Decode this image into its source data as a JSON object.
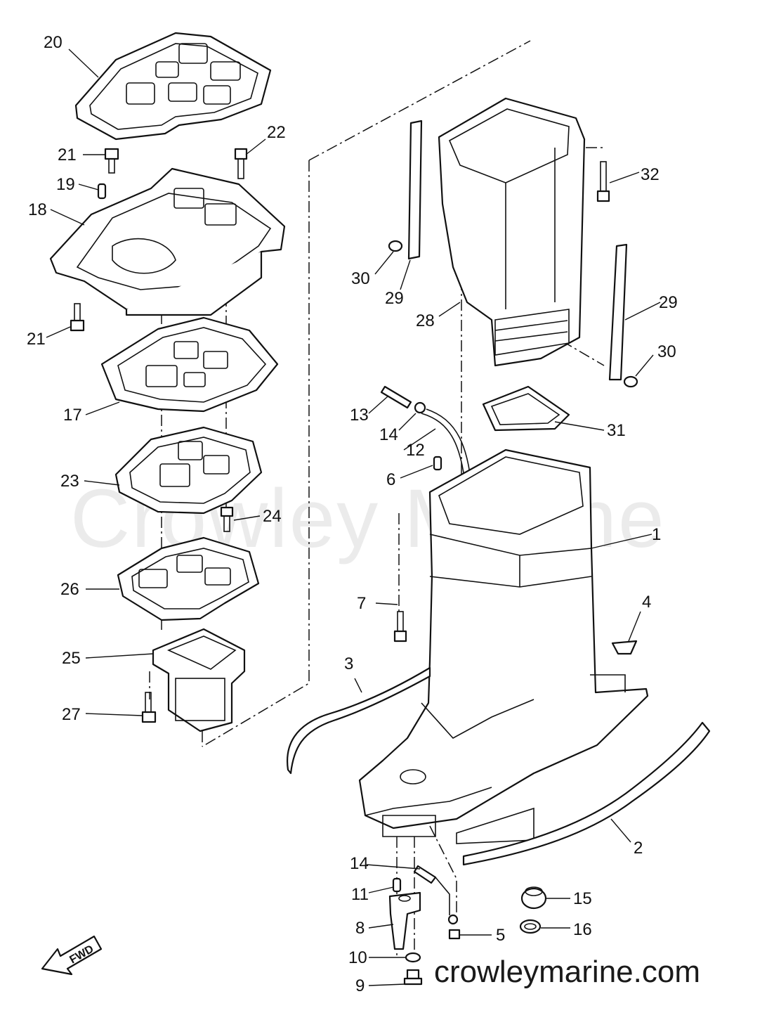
{
  "watermark": "Crowley Marine",
  "site_url": "crowleymarine.com",
  "fwd_label": "FWD",
  "callouts": {
    "p1": "1",
    "p2": "2",
    "p3": "3",
    "p4": "4",
    "p5": "5",
    "p6": "6",
    "p7": "7",
    "p8": "8",
    "p9": "9",
    "p10": "10",
    "p11": "11",
    "p12": "12",
    "p13": "13",
    "p14a": "14",
    "p14b": "14",
    "p15": "15",
    "p16": "16",
    "p17": "17",
    "p18": "18",
    "p19": "19",
    "p20": "20",
    "p21a": "21",
    "p21b": "21",
    "p22": "22",
    "p23": "23",
    "p24": "24",
    "p25": "25",
    "p26": "26",
    "p27": "27",
    "p28": "28",
    "p29a": "29",
    "p29b": "29",
    "p30a": "30",
    "p30b": "30",
    "p31": "31",
    "p32": "32"
  }
}
